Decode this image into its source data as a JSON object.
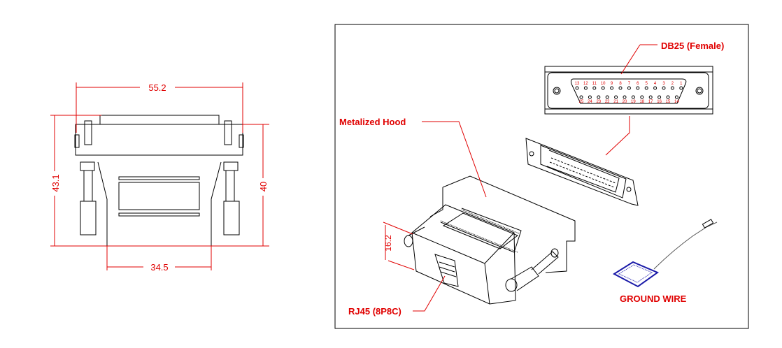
{
  "front_view": {
    "dimensions": {
      "overall_width": "55.2",
      "overall_height": "43.1",
      "body_height": "40",
      "bottom_width": "34.5"
    }
  },
  "isometric_view": {
    "labels": {
      "db25": "DB25 (Female)",
      "hood": "Metalized Hood",
      "rj45": "RJ45 (8P8C)",
      "ground": "GROUND WIRE"
    },
    "rj45_height": "16.2",
    "db25_pins_top": [
      "13",
      "12",
      "11",
      "10",
      "9",
      "8",
      "7",
      "6",
      "5",
      "4",
      "3",
      "2",
      "1"
    ],
    "db25_pins_bottom": [
      "25",
      "24",
      "23",
      "22",
      "21",
      "20",
      "19",
      "18",
      "17",
      "16",
      "15",
      "14"
    ]
  },
  "colors": {
    "annotation": "#e00000",
    "ground_wire_pad": "#1a1aa8"
  }
}
